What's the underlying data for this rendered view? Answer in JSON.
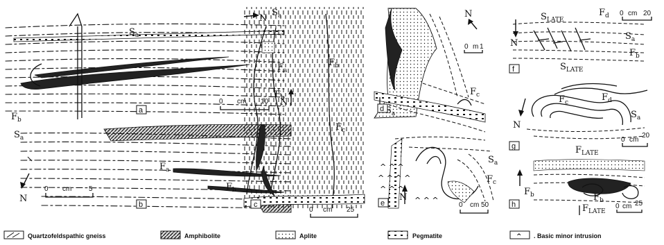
{
  "panels": {
    "a": {
      "letter": "a",
      "north": "N",
      "scale": [
        "0",
        "cm",
        "10"
      ],
      "labels": [
        {
          "main": "S",
          "sub": "a"
        },
        {
          "main": "F",
          "sub": "a"
        },
        {
          "main": "F",
          "sub": "b"
        }
      ]
    },
    "b": {
      "letter": "b",
      "north": "N",
      "scale": [
        "0",
        "cm",
        "5"
      ],
      "labels": [
        {
          "main": "S",
          "sub": "a"
        },
        {
          "main": "F",
          "sub": "a"
        },
        {
          "main": "F",
          "sub": "b"
        },
        {
          "main": "S",
          "sub": "a"
        }
      ]
    },
    "c": {
      "letter": "c",
      "north": "N",
      "scale": [
        "0",
        "cm",
        "25"
      ],
      "labels": [
        {
          "main": "S",
          "sub": "a"
        },
        {
          "main": "F",
          "sub": "b"
        },
        {
          "main": "F",
          "sub": "b"
        },
        {
          "main": "F",
          "sub": "c"
        }
      ]
    },
    "d": {
      "letter": "d",
      "north": "N",
      "scale": [
        "0",
        "m",
        "1"
      ],
      "labels": [
        {
          "main": "S",
          "sub": "a"
        },
        {
          "main": "F",
          "sub": "c"
        }
      ]
    },
    "e": {
      "letter": "e",
      "north": "N",
      "scale": [
        "0",
        "cm",
        "50"
      ],
      "labels": [
        {
          "main": "S",
          "sub": "a"
        },
        {
          "main": "F",
          "sub": "c"
        }
      ]
    },
    "f": {
      "letter": "f",
      "north": "N",
      "scale": [
        "0",
        "cm",
        "20"
      ],
      "labels": [
        {
          "main": "S",
          "sub": "LATE"
        },
        {
          "main": "F",
          "sub": "d"
        },
        {
          "main": "S",
          "sub": "a"
        },
        {
          "main": "F",
          "sub": "b"
        },
        {
          "main": "S",
          "sub": "LATE"
        }
      ]
    },
    "g": {
      "letter": "g",
      "north": "N",
      "scale": [
        "0",
        "cm",
        "20"
      ],
      "labels": [
        {
          "main": "F",
          "sub": "c"
        },
        {
          "main": "F",
          "sub": "d"
        },
        {
          "main": "S",
          "sub": "a"
        },
        {
          "main": "F",
          "sub": "LATE"
        }
      ]
    },
    "h": {
      "letter": "h",
      "scale": [
        "0",
        "cm",
        "25"
      ],
      "labels": [
        {
          "main": "F",
          "sub": "b"
        },
        {
          "main": "F",
          "sub": "b"
        },
        {
          "main": "F",
          "sub": "LATE"
        }
      ]
    }
  },
  "legend": [
    {
      "label": "Quartzofeldspathic gneiss",
      "pattern": "oblique-dash"
    },
    {
      "label": "Amphibolite",
      "pattern": "dense-hatch"
    },
    {
      "label": "Aplite",
      "pattern": "stipple"
    },
    {
      "label": "Pegmatite",
      "pattern": "square-dots"
    },
    {
      "label": ". Basic minor intrusion",
      "pattern": "caret"
    }
  ]
}
